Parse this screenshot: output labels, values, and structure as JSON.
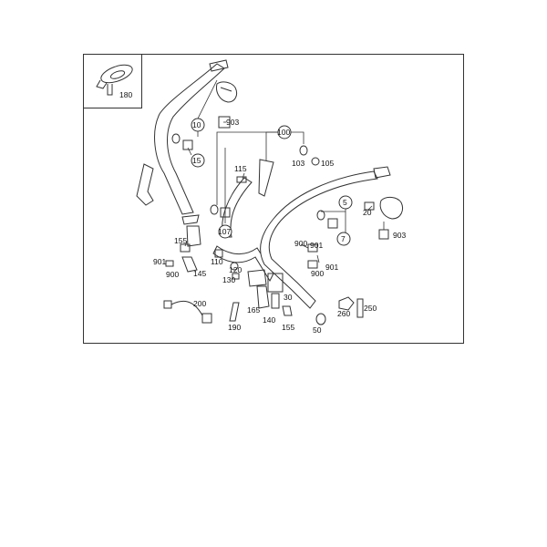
{
  "diagram": {
    "labels": {
      "l180": "180",
      "l10": "10",
      "l903a": "903",
      "l15": "15",
      "l100": "100",
      "l103": "103",
      "l105": "105",
      "l115": "115",
      "l107": "107",
      "l5": "5",
      "l20": "20",
      "l7": "7",
      "l903b": "903",
      "l155a": "155",
      "l901a": "901",
      "l900a": "900",
      "l145": "145",
      "l110": "110",
      "l120": "120",
      "l130": "130",
      "l900b": "900",
      "l901b": "901",
      "l900c": "900",
      "l901c": "901",
      "l200": "200",
      "l30": "30",
      "l165": "165",
      "l140": "140",
      "l155b": "155",
      "l190": "190",
      "l50": "50",
      "l260": "260",
      "l250": "250"
    }
  }
}
